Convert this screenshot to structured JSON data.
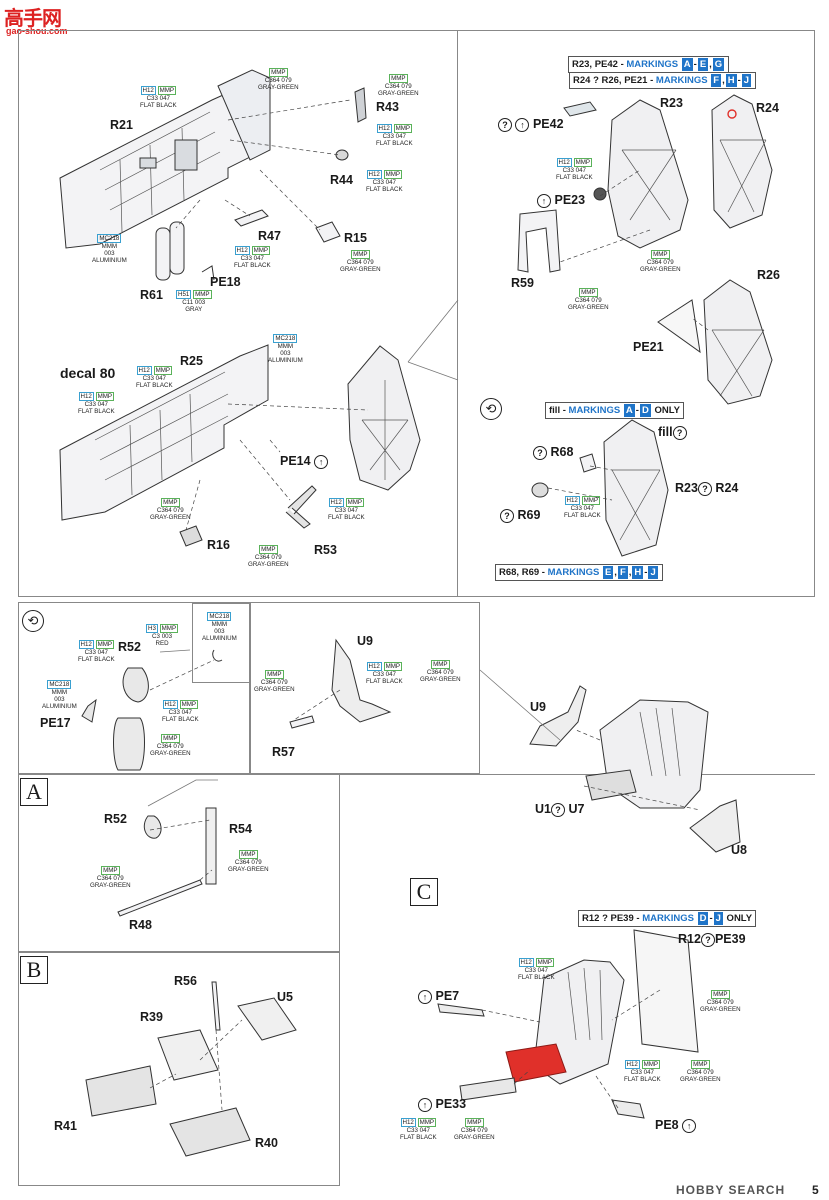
{
  "watermark_top": {
    "logo_text": "高手网",
    "url": "gao-shou.com"
  },
  "watermark_bottom": {
    "text": "HOBBY SEARCH"
  },
  "page_number": "5",
  "sections": {
    "A": "A",
    "B": "B",
    "C": "C"
  },
  "labels": {
    "R21": "R21",
    "R43": "R43",
    "R44": "R44",
    "R47": "R47",
    "R15": "R15",
    "R61": "R61",
    "PE18": "PE18",
    "decal80": "decal 80",
    "R25": "R25",
    "PE14": "PE14",
    "R16": "R16",
    "R53": "R53",
    "PE42": "PE42",
    "R23a": "R23",
    "R24a": "R24",
    "PE23": "PE23",
    "R59": "R59",
    "R26": "R26",
    "PE21": "PE21",
    "fill": "fill",
    "R68": "R68",
    "R69": "R69",
    "R23b": "R23",
    "R24b": "R24",
    "R52a": "R52",
    "PE17": "PE17",
    "U9a": "U9",
    "R57": "R57",
    "U9b": "U9",
    "U1": "U1",
    "U7": "U7",
    "U8": "U8",
    "R52b": "R52",
    "R54": "R54",
    "R48": "R48",
    "R56": "R56",
    "U5": "U5",
    "R39": "R39",
    "R41": "R41",
    "R40": "R40",
    "R12": "R12",
    "PE39": "PE39",
    "PE7": "PE7",
    "PE33": "PE33",
    "PE8": "PE8"
  },
  "markings": {
    "m1": {
      "prefix": "R23, PE42 - ",
      "kw": "MARKINGS",
      "letters": [
        "A",
        "E",
        "G"
      ],
      "sep": [
        "-",
        ","
      ],
      "suffix": ""
    },
    "m2": {
      "prefix": "R24 ? R26, PE21 - ",
      "kw": "MARKINGS",
      "letters": [
        "F",
        "H",
        "J"
      ],
      "sep": [
        ",",
        "-"
      ],
      "suffix": ""
    },
    "m3": {
      "prefix": "fill - ",
      "kw": "MARKINGS",
      "letters": [
        "A",
        "D"
      ],
      "sep": [
        "-"
      ],
      "suffix": " ONLY"
    },
    "m4": {
      "prefix": "R68, R69 - ",
      "kw": "MARKINGS",
      "letters": [
        "E",
        "F",
        "H",
        "J"
      ],
      "sep": [
        ",",
        ",",
        "-"
      ],
      "suffix": ""
    },
    "m5": {
      "prefix": "R12 ? PE39 - ",
      "kw": "MARKINGS",
      "letters": [
        "D",
        "J"
      ],
      "sep": [
        "-"
      ],
      "suffix": " ONLY"
    }
  },
  "colors": {
    "gray_green": {
      "brand": "MMP",
      "code": "C364",
      "num": "079",
      "name": "GRAY-GREEN"
    },
    "flat_black": {
      "brand": "MMP",
      "h": "H12",
      "code": "C33",
      "num": "047",
      "name": "FLAT BLACK"
    },
    "aluminium": {
      "code": "MC218",
      "brand": "MMM",
      "num": "003",
      "name": "ALUMINIUM"
    },
    "gray": {
      "h": "H51",
      "brand": "MMP",
      "code": "C11",
      "num": "003",
      "name": "GRAY"
    },
    "red": {
      "h": "H3",
      "brand": "MMP",
      "code": "C3",
      "num": "003",
      "name": "RED"
    }
  },
  "palette": {
    "blue": "#1f74c8",
    "green": "#5ab25a",
    "cyan": "#39a0d0",
    "red": "#e0302a"
  }
}
